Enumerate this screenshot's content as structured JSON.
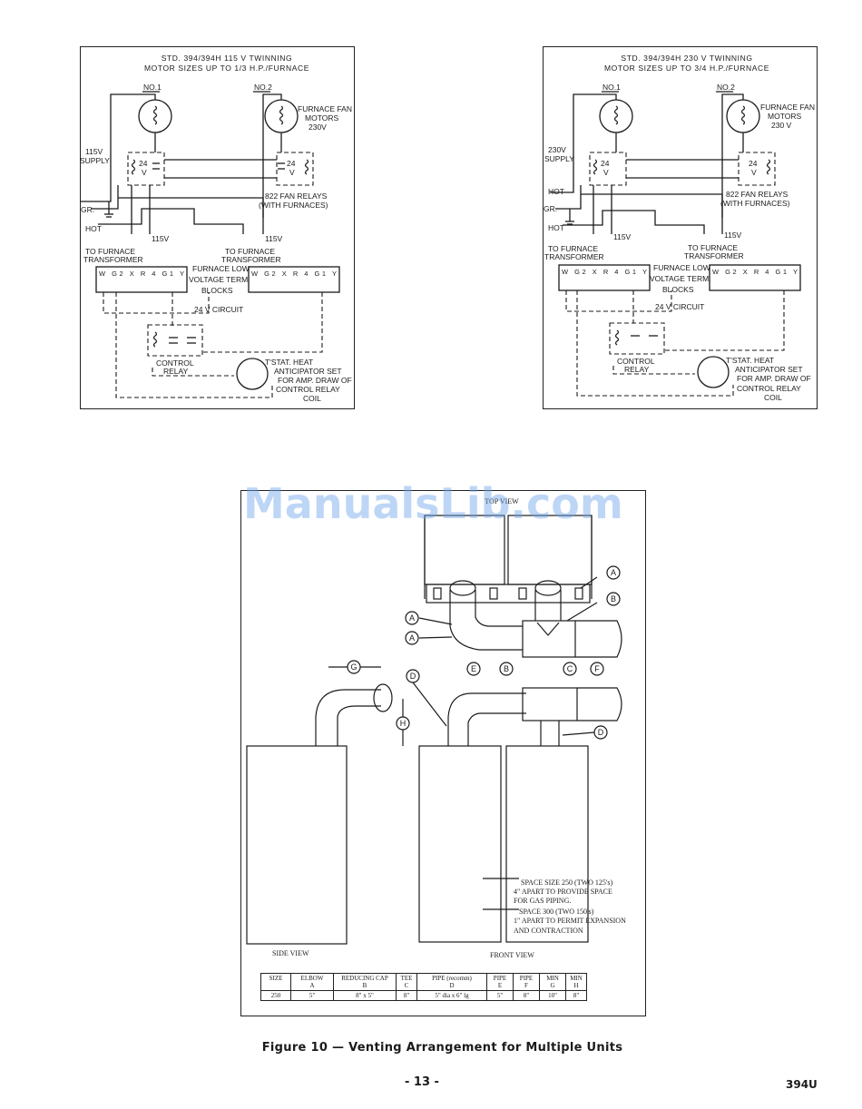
{
  "diagram_115": {
    "title_line1": "STD. 394/394H 115 V TWINNING",
    "title_line2": "MOTOR SIZES UP TO 1/3 H.P./FURNACE",
    "no1": "NO.1",
    "no2": "NO.2",
    "motors_l1": "FURNACE FAN",
    "motors_l2": "MOTORS",
    "motors_l3": "230V",
    "supply_l1": "115V",
    "supply_l2": "SUPPLY",
    "gr": "GR.",
    "hot": "HOT",
    "relay_v": "24",
    "relay_v2": "V",
    "fan_relays_l1": "822 FAN RELAYS",
    "fan_relays_l2": "(WITH FURNACES)",
    "v_left": "115V",
    "v_right": "115V",
    "transformer_left_l1": "TO FURNACE",
    "transformer_left_l2": "TRANSFORMER",
    "transformer_right_l1": "TO FURNACE",
    "transformer_right_l2": "TRANSFORMER",
    "terminals": "W G2 X R 4 G1 Y",
    "term_label_l1": "FURNACE LOW",
    "term_label_l2": "VOLTAGE TERM.",
    "term_label_l3": "BLOCKS",
    "circuit": "24 V CIRCUIT",
    "control_l1": "CONTROL",
    "control_l2": "RELAY",
    "tstat_l1": "T'STAT. HEAT",
    "tstat_l2": "ANTICIPATOR SET",
    "tstat_l3": "FOR AMP. DRAW OF",
    "tstat_l4": "CONTROL RELAY",
    "tstat_l5": "COIL"
  },
  "diagram_230": {
    "title_line1": "STD. 394/394H 230 V TWINNING",
    "title_line2": "MOTOR SIZES UP TO 3/4 H.P./FURNACE",
    "no1": "NO.1",
    "no2": "NO.2",
    "motors_l1": "FURNACE FAN",
    "motors_l2": "MOTORS",
    "motors_l3": "230 V",
    "supply_l1": "230V",
    "supply_l2": "SUPPLY",
    "hot_top": "HOT",
    "gr": "GR.",
    "hot": "HOT",
    "relay_v": "24",
    "relay_v2": "V",
    "fan_relays_l1": "822 FAN RELAYS",
    "fan_relays_l2": "(WITH FURNACES)",
    "v_left": "115V",
    "v_right": "115V",
    "transformer_left_l1": "TO FURNACE",
    "transformer_left_l2": "TRANSFORMER",
    "transformer_right_l1": "TO FURNACE",
    "transformer_right_l2": "TRANSFORMER",
    "terminals": "W G2 X R 4 G1 Y",
    "term_label_l1": "FURNACE LOW",
    "term_label_l2": "VOLTAGE TERM.",
    "term_label_l3": "BLOCKS",
    "circuit": "24 V CIRCUIT",
    "control_l1": "CONTROL",
    "control_l2": "RELAY",
    "tstat_l1": "T'STAT. HEAT",
    "tstat_l2": "ANTICIPATOR SET",
    "tstat_l3": "FOR AMP. DRAW OF",
    "tstat_l4": "CONTROL RELAY",
    "tstat_l5": "COIL"
  },
  "vent": {
    "top_view": "TOP VIEW",
    "side_view": "SIDE VIEW",
    "front_view": "FRONT VIEW",
    "letters": [
      "A",
      "A",
      "A",
      "B",
      "B",
      "C",
      "D",
      "D",
      "E",
      "F",
      "G",
      "H"
    ],
    "space1_l1": "SPACE  SIZE 250 (TWO 125's)",
    "space1_l2": "4\" APART TO PROVIDE SPACE",
    "space1_l3": "FOR GAS PIPING.",
    "space2_l1": "SPACE 300 (TWO 150's)",
    "space2_l2": "1\" APART TO PERMIT EXPANSION",
    "space2_l3": "AND CONTRACTION"
  },
  "table": {
    "headers": [
      [
        "SIZE",
        ""
      ],
      [
        "ELBOW",
        "A"
      ],
      [
        "REDUCING CAP",
        "B"
      ],
      [
        "TEE",
        "C"
      ],
      [
        "PIPE (recomm)",
        "D"
      ],
      [
        "PIPE",
        "E"
      ],
      [
        "PIPE",
        "F"
      ],
      [
        "MIN",
        "G"
      ],
      [
        "MIN",
        "H"
      ]
    ],
    "row": [
      "250",
      "5\"",
      "8\" x 5\"",
      "8\"",
      "5\" dia x 6\" lg",
      "5\"",
      "8\"",
      "10\"",
      "8\""
    ]
  },
  "watermark": "ManualsLib.com",
  "caption": "Figure 10 — Venting Arrangement for Multiple Units",
  "page_number": "- 13 -",
  "doc_id": "394U"
}
